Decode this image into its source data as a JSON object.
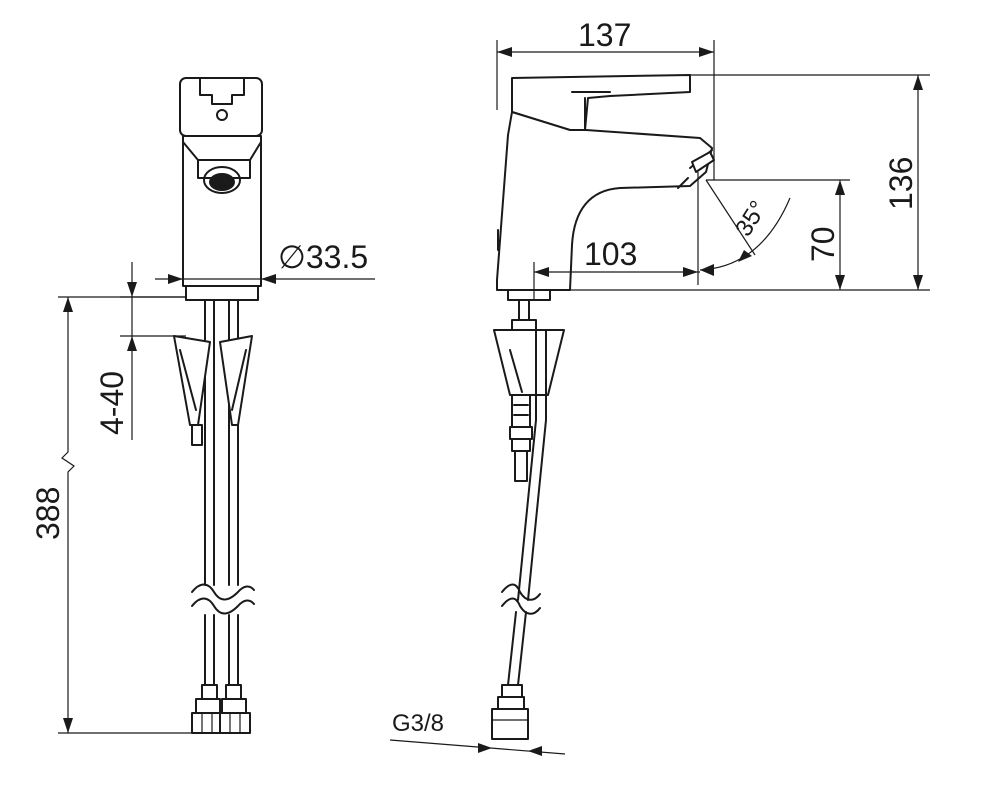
{
  "dimensions": {
    "width_total": "137",
    "height_total": "136",
    "spout_reach": "103",
    "spout_height": "70",
    "spout_angle": "35°",
    "body_diameter": "∅33.5",
    "deck_thickness": "4-40",
    "hose_length": "388",
    "thread": "G3/8"
  }
}
